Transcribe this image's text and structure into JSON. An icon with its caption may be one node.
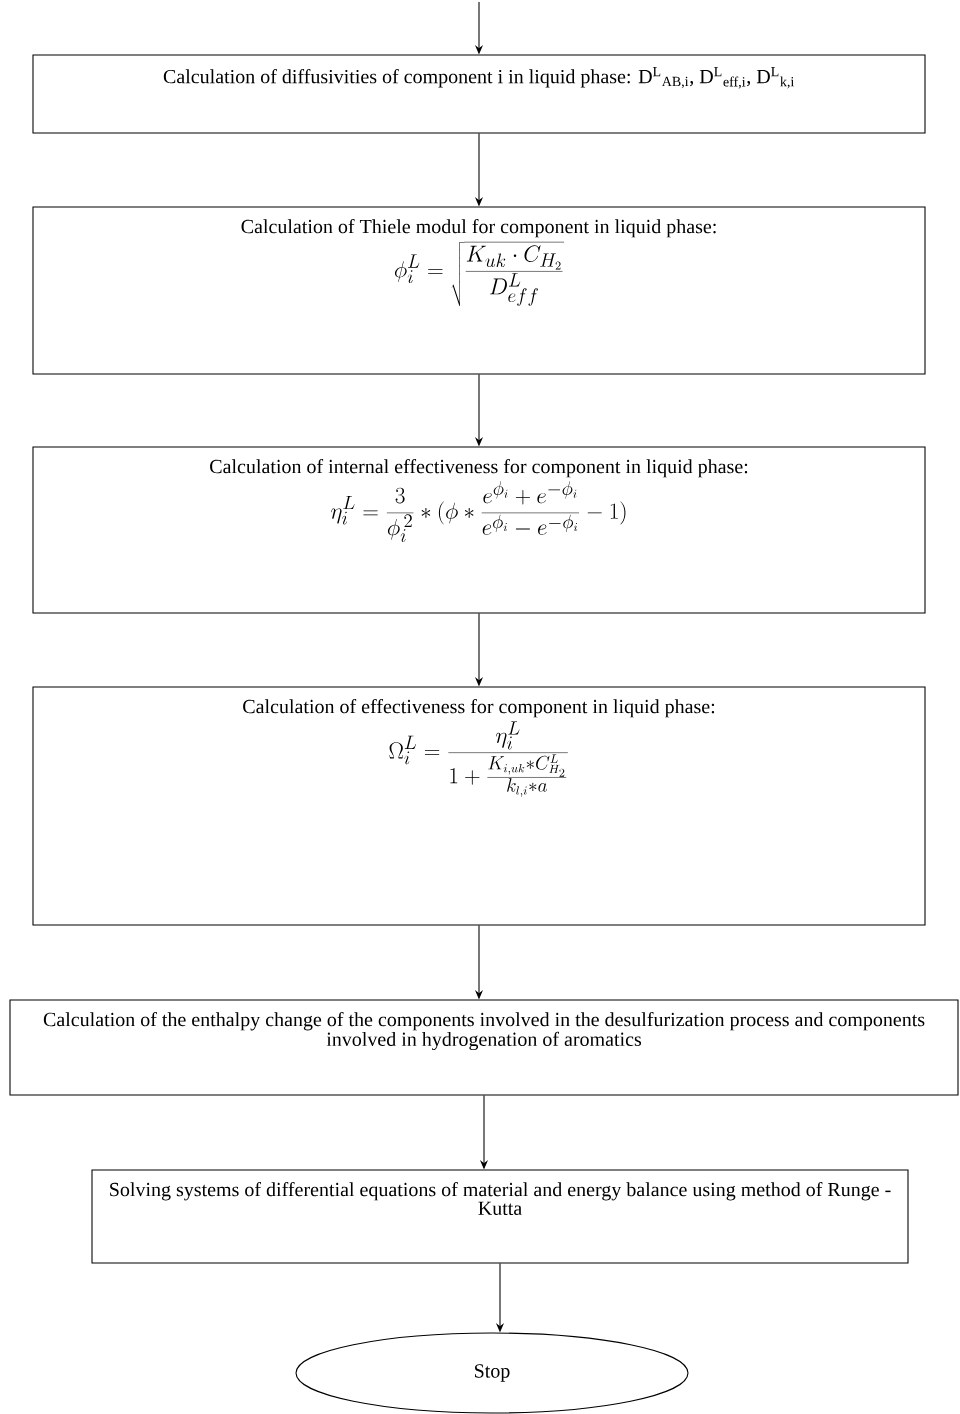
{
  "diagram": {
    "nodes": [
      {
        "text": [
          "Calculation of diffusivities of component i in liquid phase: D$^{L}$$_{AB,i}$, D$^{L}$$_{eff,i}$, D$^{L}$$_{k,i}$"
        ]
      },
      {
        "text": [
          "Calculation of Thiele modul for component in liquid phase:",
          "\\phi_i^L = \\sqrt{\\frac{K_{uk}\\cdot C_{H_2}}{D^L_{eff}}}"
        ]
      },
      {
        "text": [
          "Calculation of internal effectiveness for component in liquid phase:",
          "\\eta_i^L = \\frac{3}{\\phi_i^{\\,2}} * (\\phi * \\frac{e^{\\phi_i} + e^{-\\phi_i}}{e^{\\phi_i} - e^{-\\phi_i}} - 1)"
        ]
      },
      {
        "text": [
          "Calculation of effectiveness for component in liquid phase:",
          "\\Omega_i^L = \\frac{\\eta_i^L}{1+\\frac{K_{i,uk} * C^L_{H_2}}{k_{l,i} * a}}"
        ]
      },
      {
        "text": [
          "Calculation of the enthalpy change of the components involved in the desulfurization process and components involved in hydrogenation of aromatics"
        ]
      },
      {
        "text": [
          "Solving systems of differential equations of material and energy balance using method of Runge - Kutta"
        ]
      },
      {
        "text": [
          "Stop"
        ]
      }
    ],
    "edges": [
      {
        "from": null,
        "to": 0,
        "arrow": "to"
      },
      {
        "from": 0,
        "to": 1,
        "arrow": "to"
      },
      {
        "from": 1,
        "to": 2,
        "arrow": "to"
      },
      {
        "from": 2,
        "to": 3,
        "arrow": "to"
      },
      {
        "from": 3,
        "to": 4,
        "arrow": "to"
      },
      {
        "from": 4,
        "to": 5,
        "arrow": "to"
      },
      {
        "from": 5,
        "to": 6,
        "arrow": "to"
      }
    ]
  }
}
